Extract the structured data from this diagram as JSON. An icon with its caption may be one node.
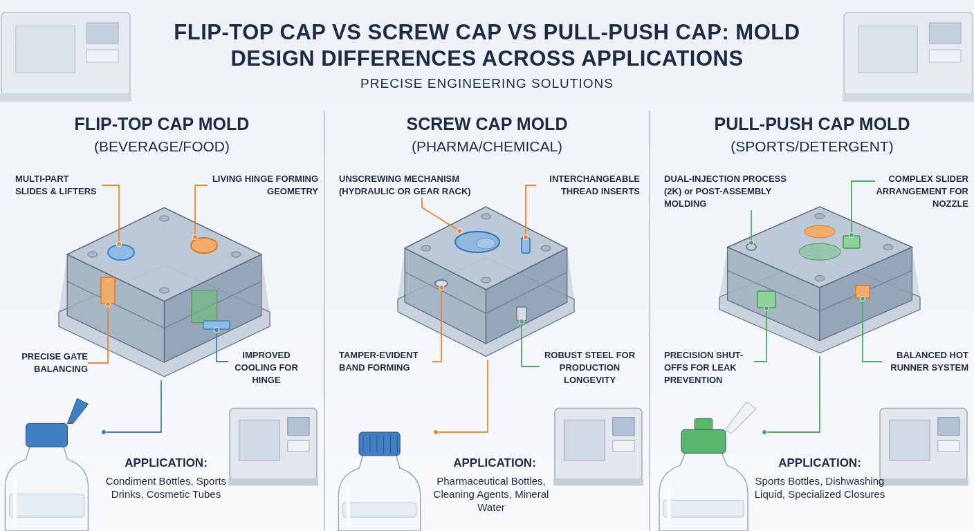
{
  "diagram": {
    "title": "FLIP-TOP CAP VS SCREW CAP VS PULL-PUSH CAP: MOLD DESIGN DIFFERENCES ACROSS APPLICATIONS",
    "nodes": [
      {
        "text": [
          "MULTI-PART SLIDES & LIFTERS"
        ]
      },
      {
        "text": [
          "LIVING HINGE FORMING GEOMETRY"
        ]
      },
      {
        "text": [],
        "shape": "picture"
      },
      {
        "text": [],
        "shape": "circle",
        "in": 2
      },
      {
        "text": [],
        "shape": "circle",
        "in": 2
      },
      {
        "text": [],
        "shape": "box",
        "in": 2
      },
      {
        "text": [],
        "shape": "box",
        "in": 2
      },
      {
        "text": [
          "PRECISE GATE BALANCING"
        ]
      },
      {
        "text": [
          "IMPROVED COOLING FOR HINGE"
        ]
      },
      {
        "text": [],
        "shape": "bottle"
      },
      {
        "text": [
          "UNSCREWING MECHANISM (HYDRAULIC OR GEAR RACK)"
        ]
      },
      {
        "text": [
          "INTERCHANGEABLE THREAD INSERTS"
        ]
      },
      {
        "text": [],
        "shape": "picture"
      },
      {
        "text": [],
        "shape": "circle",
        "in": 12
      },
      {
        "text": [],
        "shape": "box",
        "in": 12
      },
      {
        "text": [],
        "shape": "circle",
        "in": 12
      },
      {
        "text": [],
        "shape": "box",
        "in": 12
      },
      {
        "text": [
          "TAMPER-EVIDENT BAND FORMING"
        ]
      },
      {
        "text": [
          "ROBUST STEEL FOR PRODUCTION LONGEVITY"
        ]
      },
      {
        "text": [],
        "shape": "bottle"
      },
      {
        "text": [
          "DUAL-INJECTION PROCESS (2K) or POST-ASSEMBLY MOLDING"
        ]
      },
      {
        "text": [
          "COMPLEX SLIDER ARRANGEMENT FOR NOZZLE"
        ]
      },
      {
        "text": [],
        "shape": "picture"
      },
      {
        "text": [],
        "shape": "circle",
        "in": 22
      },
      {
        "text": [],
        "shape": "box",
        "in": 22
      },
      {
        "text": [],
        "shape": "box",
        "in": 22
      },
      {
        "text": [],
        "shape": "box",
        "in": 22
      },
      {
        "text": [
          "PRECISION SHUT-OFFS FOR LEAK PREVENTION"
        ]
      },
      {
        "text": [
          "BALANCED HOT RUNNER SYSTEM"
        ]
      },
      {
        "text": [],
        "shape": "bottle"
      }
    ],
    "edges": [
      {
        "from": 0,
        "to": 3,
        "arrow": "other"
      },
      {
        "from": 1,
        "to": 4,
        "arrow": "other"
      },
      {
        "from": 7,
        "to": 5,
        "arrow": "other"
      },
      {
        "from": 8,
        "to": 6,
        "arrow": "other",
        "color": "#3f7fc4"
      },
      {
        "from": 2,
        "to": 9,
        "arrow": "other",
        "color": "#3f7fc4"
      },
      {
        "from": 10,
        "to": 13,
        "arrow": "other"
      },
      {
        "from": 11,
        "to": 14,
        "arrow": "other"
      },
      {
        "from": 17,
        "to": 15,
        "arrow": "other"
      },
      {
        "from": 18,
        "to": 16,
        "arrow": "other",
        "color": "#4caa5c"
      },
      {
        "from": 12,
        "to": 19,
        "arrow": "other"
      },
      {
        "from": 20,
        "to": 23,
        "arrow": "other",
        "color": "#4caa5c"
      },
      {
        "from": 21,
        "to": 24,
        "arrow": "other",
        "color": "#4caa5c"
      },
      {
        "from": 27,
        "to": 25,
        "arrow": "other",
        "color": "#4caa5c"
      },
      {
        "from": 28,
        "to": 26,
        "arrow": "other",
        "color": "#4caa5c"
      },
      {
        "from": 22,
        "to": 29,
        "arrow": "other",
        "color": "#4caa5c"
      }
    ],
    "labels": [
      "PRECISE ENGINEERING SOLUTIONS",
      "FLIP-TOP CAP MOLD",
      "(BEVERAGE/FOOD)",
      "SCREW CAP MOLD",
      "(PHARMA/CHEMICAL)",
      "PULL-PUSH CAP MOLD",
      "(SPORTS/DETERGENT)",
      "APPLICATION:",
      "Condiment Bottles, Sports Drinks, Cosmetic Tubes",
      "APPLICATION:",
      "Pharmaceutical Bottles, Cleaning Agents, Mineral Water",
      "APPLICATION:",
      "Sports Bottles, Dishwashing Liquid, Specialized Closures"
    ]
  }
}
